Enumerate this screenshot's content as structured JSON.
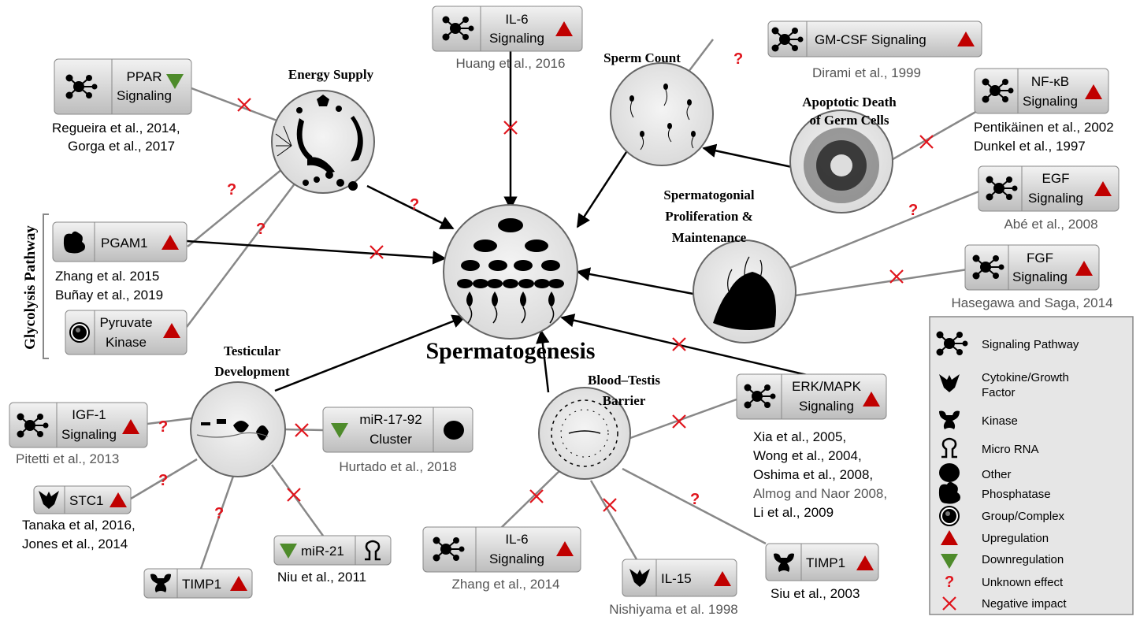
{
  "center": {
    "title": "Spermatogenesis"
  },
  "nodes": {
    "energy": {
      "title": "Energy Supply"
    },
    "sperm_count": {
      "title": "Sperm Count"
    },
    "apoptotic": {
      "title_1": "Apoptotic Death",
      "title_2": "of Germ Cells"
    },
    "spermatogonial": {
      "title_1": "Spermatogonial",
      "title_2": "Proliferation &",
      "title_3": "Maintenance"
    },
    "btb": {
      "title_1": "Blood–Testis",
      "title_2": "Barrier"
    },
    "testicular": {
      "title_1": "Testicular",
      "title_2": "Development"
    }
  },
  "glycolysis_label": "Glycolysis Pathway",
  "boxes": {
    "ppar": {
      "line1": "PPAR",
      "line2": "Signaling",
      "ref1": "Regueira et al., 2014,",
      "ref2": "Gorga et al., 2017",
      "icon": "signaling-pathway",
      "effect": "down"
    },
    "il6_top": {
      "line1": "IL-6",
      "line2": "Signaling",
      "ref1": "Huang et al., 2016",
      "icon": "signaling-pathway",
      "effect": "up"
    },
    "gmcsf": {
      "line1": "GM-CSF Signaling",
      "ref1": "Dirami et al., 1999",
      "icon": "signaling-pathway",
      "effect": "up"
    },
    "nfkb": {
      "line1": "NF-κB",
      "line2": "Signaling",
      "ref1": "Pentikäinen et al., 2002",
      "ref2": "Dunkel et al., 1997",
      "icon": "signaling-pathway",
      "effect": "up"
    },
    "egf": {
      "line1": "EGF",
      "line2": "Signaling",
      "ref1": "Abé et al., 2008",
      "icon": "signaling-pathway",
      "effect": "up"
    },
    "fgf": {
      "line1": "FGF",
      "line2": "Signaling",
      "ref1": "Hasegawa and Saga, 2014",
      "icon": "signaling-pathway",
      "effect": "up"
    },
    "pgam1": {
      "line1": "PGAM1",
      "ref1": "Zhang  et al. 2015",
      "ref2": "Buñay et al., 2019",
      "icon": "phosphatase",
      "effect": "up"
    },
    "pyruvate": {
      "line1": "Pyruvate",
      "line2": "Kinase",
      "icon": "group-complex",
      "effect": "up"
    },
    "igf1": {
      "line1": "IGF-1",
      "line2": "Signaling",
      "ref1": "Pitetti et al., 2013",
      "icon": "signaling-pathway",
      "effect": "up"
    },
    "mir1792": {
      "line1": "miR-17-92",
      "line2": "Cluster",
      "ref1": "Hurtado et al., 2018",
      "icon": "other",
      "effect": "down"
    },
    "stc1": {
      "line1": "STC1",
      "ref1": "Tanaka et al, 2016,",
      "ref2": "Jones et al., 2014",
      "icon": "cytokine",
      "effect": "up"
    },
    "timp1_left": {
      "line1": "TIMP1",
      "icon": "kinase",
      "effect": "up"
    },
    "mir21": {
      "line1": "miR-21",
      "ref1": "Niu et al., 2011",
      "icon": "micro-rna",
      "effect": "down"
    },
    "erk": {
      "line1": "ERK/MAPK",
      "line2": "Signaling",
      "ref1": "Xia et al., 2005,",
      "ref2": "Wong et al., 2004,",
      "ref3": "Oshima et al., 2008,",
      "ref4": "Almog and Naor 2008,",
      "ref5": "Li et al., 2009",
      "icon": "signaling-pathway",
      "effect": "up"
    },
    "il6_bottom": {
      "line1": "IL-6",
      "line2": "Signaling",
      "ref1": "Zhang et al., 2014",
      "icon": "signaling-pathway",
      "effect": "up"
    },
    "il15": {
      "line1": "IL-15",
      "ref1": "Nishiyama et al. 1998",
      "icon": "cytokine",
      "effect": "up"
    },
    "timp1_right": {
      "line1": "TIMP1",
      "ref1": "Siu et al., 2003",
      "icon": "kinase",
      "effect": "up"
    }
  },
  "legend": [
    {
      "icon": "signaling-pathway-icon",
      "label": "Signaling Pathway"
    },
    {
      "icon": "cytokine-icon",
      "label": "Cytokine/Growth",
      "label2": "Factor"
    },
    {
      "icon": "kinase-icon",
      "label": "Kinase"
    },
    {
      "icon": "micro-rna-icon",
      "label": "Micro RNA"
    },
    {
      "icon": "other-icon",
      "label": "Other"
    },
    {
      "icon": "phosphatase-icon",
      "label": "Phosphatase"
    },
    {
      "icon": "group-complex-icon",
      "label": "Group/Complex"
    },
    {
      "icon": "up-triangle-icon",
      "label": "Upregulation"
    },
    {
      "icon": "down-triangle-icon",
      "label": "Downregulation"
    },
    {
      "icon": "question-icon",
      "label": "Unknown effect"
    },
    {
      "icon": "cross-icon",
      "label": "Negative impact"
    }
  ],
  "colors": {
    "up": "#c00000",
    "down": "#4e8b2b",
    "negative": "#e0141c",
    "edge": "#888888",
    "arrow": "#000000",
    "box_fill": "#d6d6d6"
  },
  "symbols": {
    "question": "?"
  }
}
